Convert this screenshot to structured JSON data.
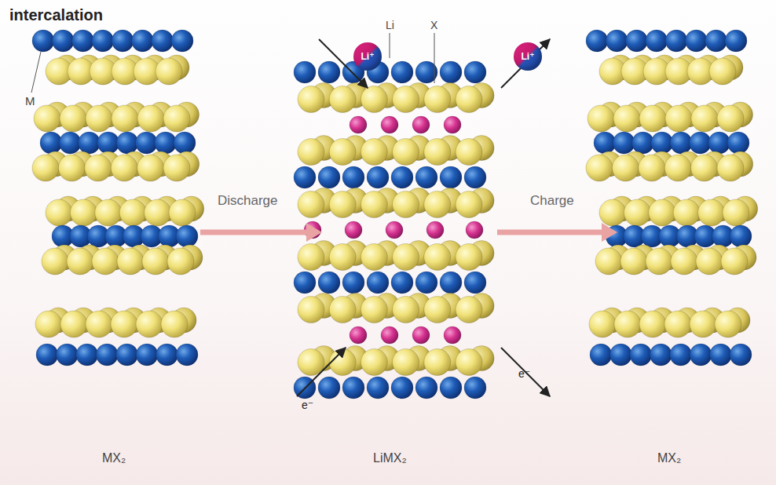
{
  "diagram": {
    "title": "intercalation",
    "nodes": [
      {
        "text": [
          "Li⁺"
        ]
      },
      {
        "text": [
          "Li⁺"
        ]
      }
    ],
    "labels": [
      "M",
      "Li",
      "X",
      "Discharge",
      "Charge",
      "e⁻",
      "e⁻",
      "MX₂",
      "LiMX₂",
      "MX₂"
    ]
  }
}
